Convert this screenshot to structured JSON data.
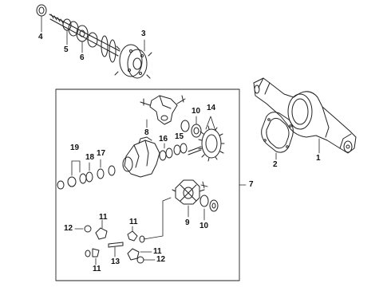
{
  "diagram": {
    "callouts": {
      "c1": "1",
      "c2": "2",
      "c3": "3",
      "c4": "4",
      "c5": "5",
      "c6": "6",
      "c7": "7",
      "c8": "8",
      "c9": "9",
      "c10a": "10",
      "c10b": "10",
      "c11a": "11",
      "c11b": "11",
      "c11c": "11",
      "c11d": "11",
      "c12a": "12",
      "c12b": "12",
      "c13": "13",
      "c14": "14",
      "c15": "15",
      "c16": "16",
      "c17": "17",
      "c18": "18",
      "c19": "19"
    },
    "colors": {
      "line": "#222222",
      "background": "#ffffff"
    }
  }
}
